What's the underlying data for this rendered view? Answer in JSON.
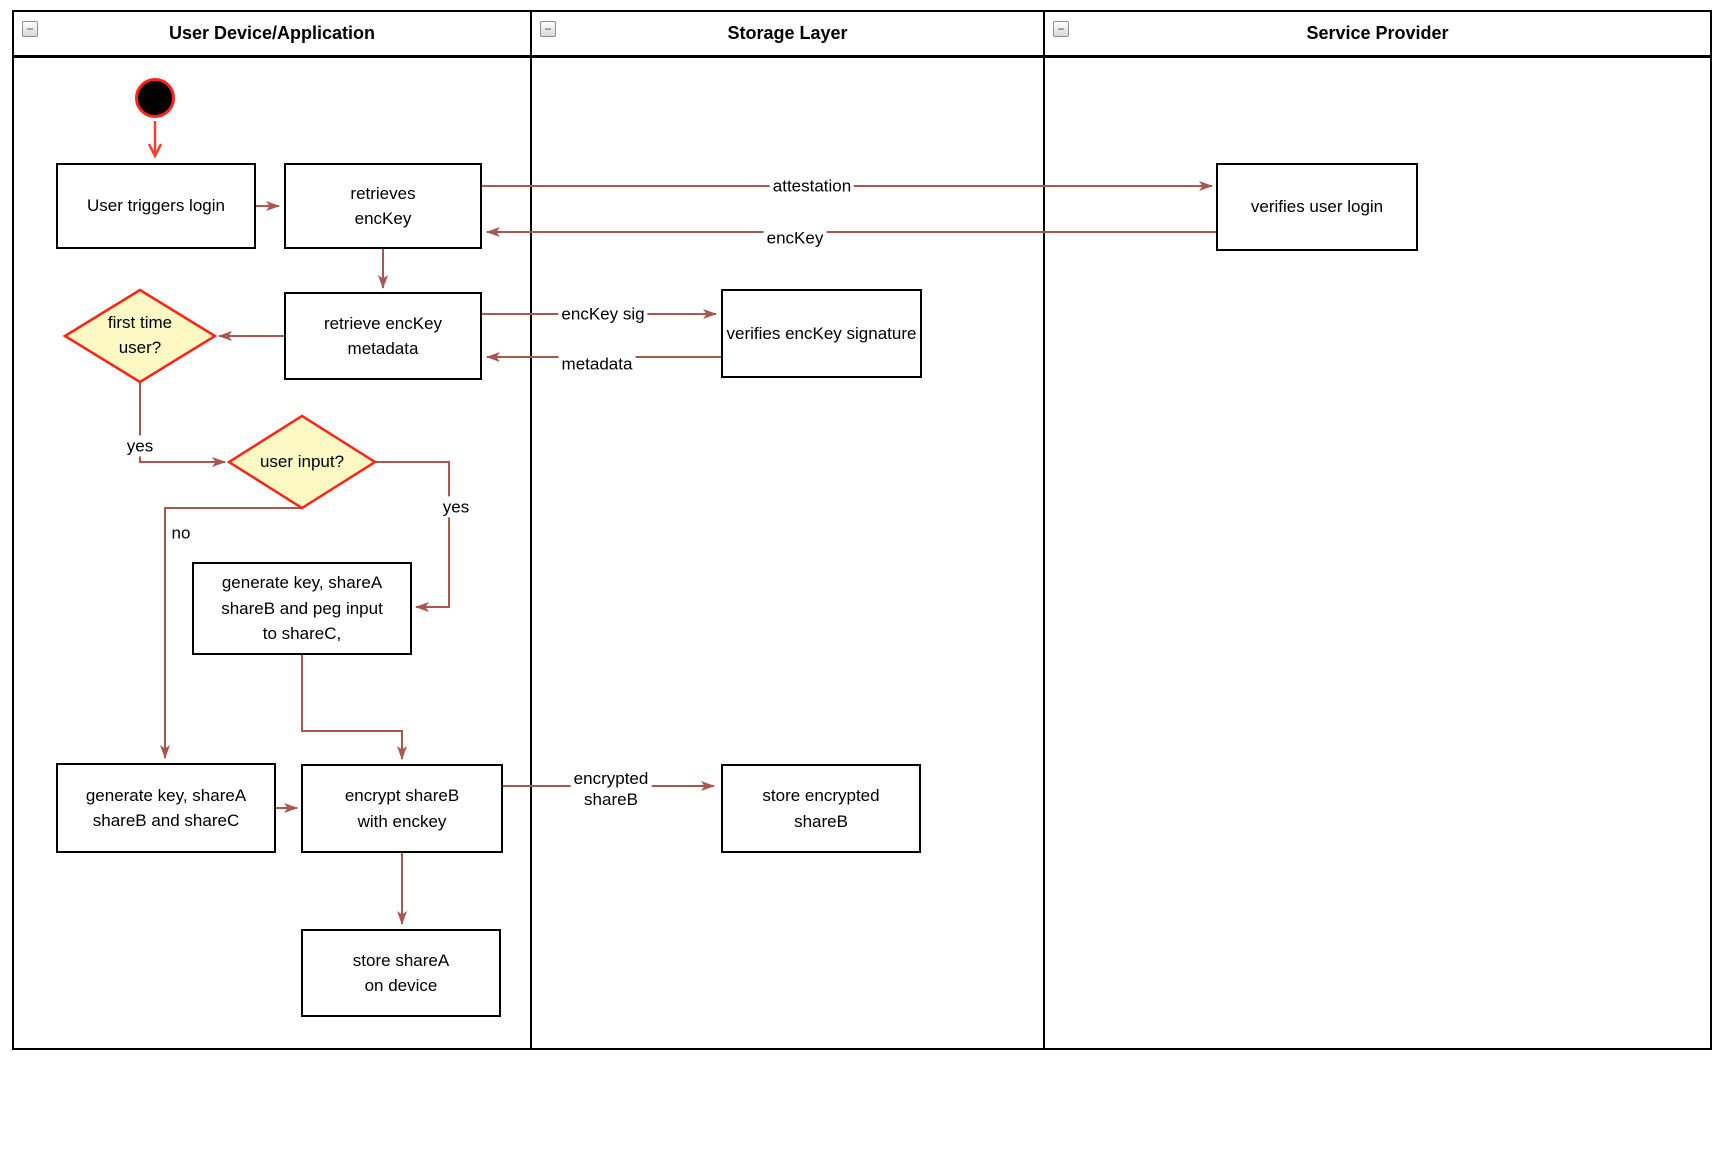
{
  "pool": {
    "collapse_glyph": "−",
    "lanes": [
      {
        "title": "User Device/Application"
      },
      {
        "title": "Storage Layer"
      },
      {
        "title": "Service Provider"
      }
    ]
  },
  "nodes": {
    "user_triggers_login": {
      "label": "User triggers login"
    },
    "retrieves_enckey": {
      "label": "retrieves\nencKey"
    },
    "verifies_user_login": {
      "label": "verifies user login"
    },
    "retrieve_enckey_metadata": {
      "label": "retrieve encKey\nmetadata"
    },
    "verifies_enckey_signature": {
      "label": "verifies encKey signature"
    },
    "first_time_user": {
      "label": "first time\nuser?"
    },
    "user_input": {
      "label": "user input?"
    },
    "generate_key_peg": {
      "label": "generate key, shareA\nshareB and peg input\nto shareC,"
    },
    "generate_key_sharec": {
      "label": "generate key, shareA\nshareB and shareC"
    },
    "encrypt_shareb": {
      "label": "encrypt shareB\nwith enckey"
    },
    "store_encrypted_shareb": {
      "label": "store encrypted\nshareB"
    },
    "store_sharea": {
      "label": "store shareA\non device"
    }
  },
  "edge_labels": {
    "attestation": "attestation",
    "enckey": "encKey",
    "enckey_sig": "encKey sig",
    "metadata": "metadata",
    "encrypted_shareb": "encrypted\nshareB",
    "yes_first_time": "yes",
    "yes_user_input": "yes",
    "no_user_input": "no"
  },
  "colors": {
    "arrow_color": "#a9574f",
    "start_arrow_color": "#ff3b2f",
    "shape_border": "#ff2416",
    "diamond_fill": "#fcf9c5",
    "node_border": "#000000"
  }
}
